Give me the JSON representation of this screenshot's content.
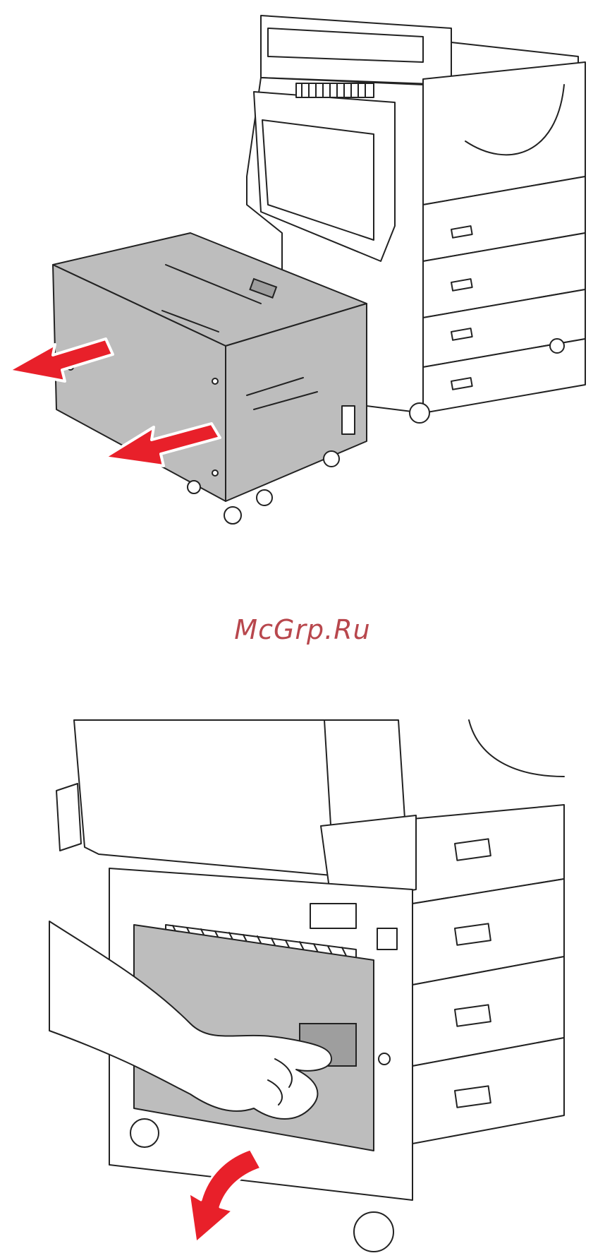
{
  "watermark": {
    "text": "McGrp.Ru"
  },
  "figures": [
    {
      "id": "remove-tray-6",
      "icons": [
        "printer",
        "high-capacity-feeder",
        "pull-arrow"
      ]
    },
    {
      "id": "open-door-e",
      "icons": [
        "printer-left-side",
        "hand",
        "swing-arrow"
      ]
    }
  ],
  "colors": {
    "arrow": "#e8202a",
    "panel": "#bdbdbd",
    "outline": "#222222",
    "watermark": "#b8474d"
  }
}
